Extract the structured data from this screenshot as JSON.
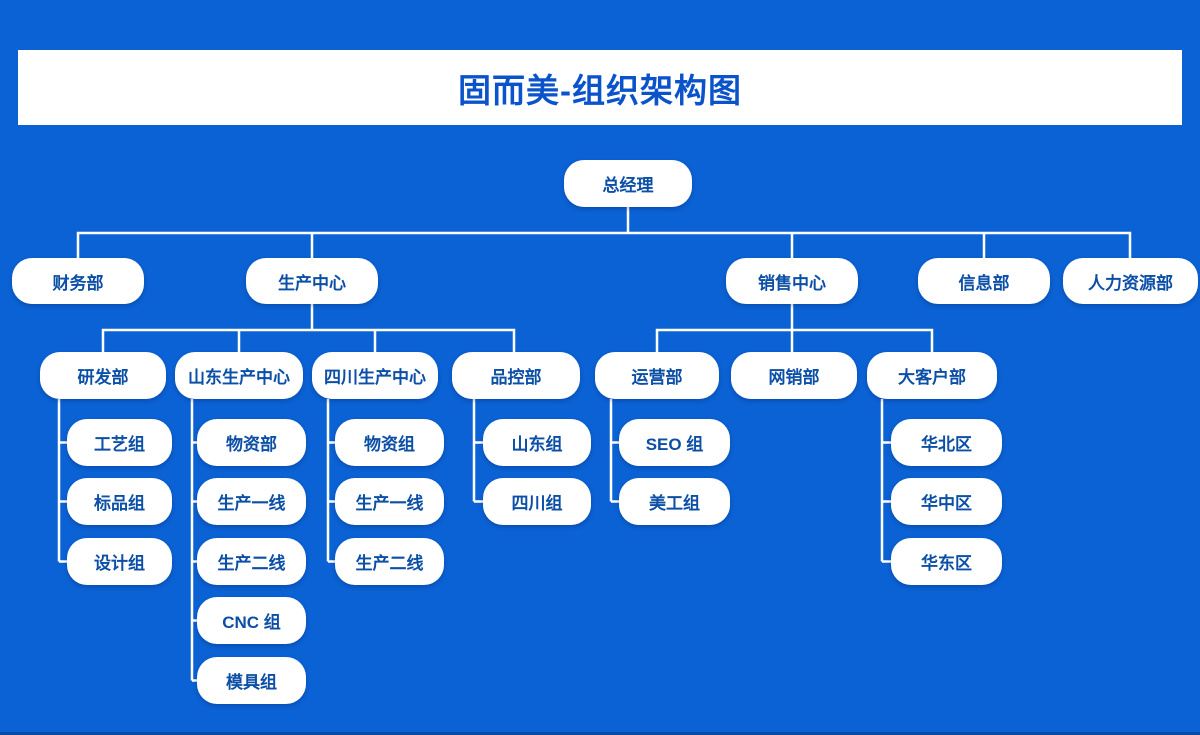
{
  "page": {
    "background_color": "#0b62d4",
    "connector_color": "#ffffff",
    "node_background_color": "#ffffff",
    "node_text_color": "#0c4fa6"
  },
  "header": {
    "title": "固而美-组织架构图",
    "text_color": "#0a53cb",
    "background_color": "#ffffff"
  },
  "org": {
    "nodes": {
      "ceo": {
        "label": "总经理",
        "parent": null
      },
      "finance": {
        "label": "财务部",
        "parent": "ceo"
      },
      "production": {
        "label": "生产中心",
        "parent": "ceo"
      },
      "sales": {
        "label": "销售中心",
        "parent": "ceo"
      },
      "information": {
        "label": "信息部",
        "parent": "ceo"
      },
      "hr": {
        "label": "人力资源部",
        "parent": "ceo"
      },
      "rd": {
        "label": "研发部",
        "parent": "production"
      },
      "sd_center": {
        "label": "山东生产中心",
        "parent": "production"
      },
      "sc_center": {
        "label": "四川生产中心",
        "parent": "production"
      },
      "qc": {
        "label": "品控部",
        "parent": "production"
      },
      "operations": {
        "label": "运营部",
        "parent": "sales"
      },
      "online_sales": {
        "label": "网销部",
        "parent": "sales"
      },
      "key_accounts": {
        "label": "大客户部",
        "parent": "sales"
      },
      "craft": {
        "label": "工艺组",
        "parent": "rd"
      },
      "standard": {
        "label": "标品组",
        "parent": "rd"
      },
      "design": {
        "label": "设计组",
        "parent": "rd"
      },
      "sd_materials": {
        "label": "物资部",
        "parent": "sd_center"
      },
      "sd_line1": {
        "label": "生产一线",
        "parent": "sd_center"
      },
      "sd_line2": {
        "label": "生产二线",
        "parent": "sd_center"
      },
      "cnc": {
        "label": "CNC 组",
        "parent": "sd_center"
      },
      "mold": {
        "label": "模具组",
        "parent": "sd_center"
      },
      "sc_materials": {
        "label": "物资组",
        "parent": "sc_center"
      },
      "sc_line1": {
        "label": "生产一线",
        "parent": "sc_center"
      },
      "sc_line2": {
        "label": "生产二线",
        "parent": "sc_center"
      },
      "qc_shandong": {
        "label": "山东组",
        "parent": "qc"
      },
      "qc_sichuan": {
        "label": "四川组",
        "parent": "qc"
      },
      "seo": {
        "label": "SEO 组",
        "parent": "operations"
      },
      "art": {
        "label": "美工组",
        "parent": "operations"
      },
      "north_china": {
        "label": "华北区",
        "parent": "key_accounts"
      },
      "central_china": {
        "label": "华中区",
        "parent": "key_accounts"
      },
      "east_china": {
        "label": "华东区",
        "parent": "key_accounts"
      }
    }
  }
}
